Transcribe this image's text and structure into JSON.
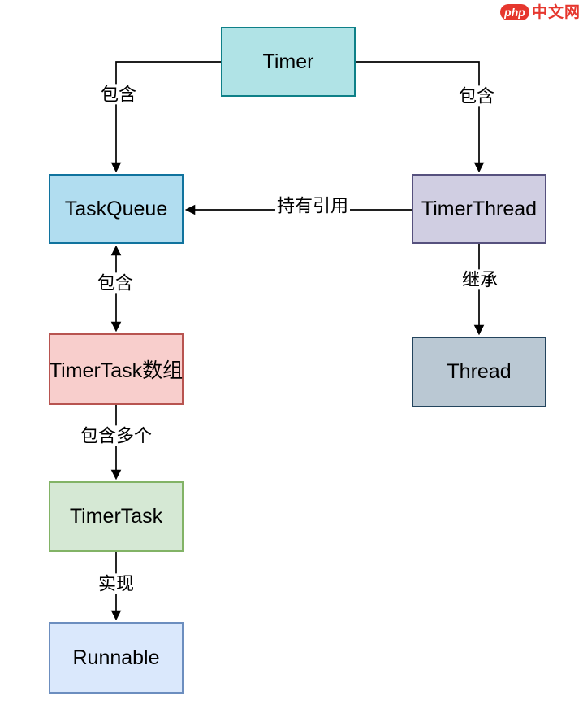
{
  "logo": {
    "brand": "php",
    "site_name": "中文网",
    "brand_color": "#e6372e"
  },
  "diagram": {
    "nodes": {
      "timer": {
        "label": "Timer",
        "fill": "#b0e3e6",
        "stroke": "#0e8088"
      },
      "task_queue": {
        "label": "TaskQueue",
        "fill": "#b1ddf0",
        "stroke": "#10739e"
      },
      "timer_thread": {
        "label": "TimerThread",
        "fill": "#d0cee2",
        "stroke": "#56517e"
      },
      "timer_task_array": {
        "label": "TimerTask数组",
        "fill": "#f8cecc",
        "stroke": "#b85450"
      },
      "thread": {
        "label": "Thread",
        "fill": "#bac8d3",
        "stroke": "#23445d"
      },
      "timer_task": {
        "label": "TimerTask",
        "fill": "#d5e8d4",
        "stroke": "#82b366"
      },
      "runnable": {
        "label": "Runnable",
        "fill": "#dae8fc",
        "stroke": "#6c8ebf"
      }
    },
    "edges": {
      "timer_contains_task_queue": {
        "label": "包含",
        "from": "timer",
        "to": "task_queue"
      },
      "timer_contains_timer_thread": {
        "label": "包含",
        "from": "timer",
        "to": "timer_thread"
      },
      "timer_thread_holds_reference": {
        "label": "持有引用",
        "from": "timer_thread",
        "to": "task_queue"
      },
      "task_queue_contains_array": {
        "label": "包含",
        "from": "task_queue",
        "to": "timer_task_array",
        "bidirectional": true
      },
      "timer_thread_inherits_thread": {
        "label": "继承",
        "from": "timer_thread",
        "to": "thread"
      },
      "array_contains_multiple_tasks": {
        "label": "包含多个",
        "from": "timer_task_array",
        "to": "timer_task"
      },
      "timer_task_implements_runnable": {
        "label": "实现",
        "from": "timer_task",
        "to": "runnable"
      }
    }
  }
}
